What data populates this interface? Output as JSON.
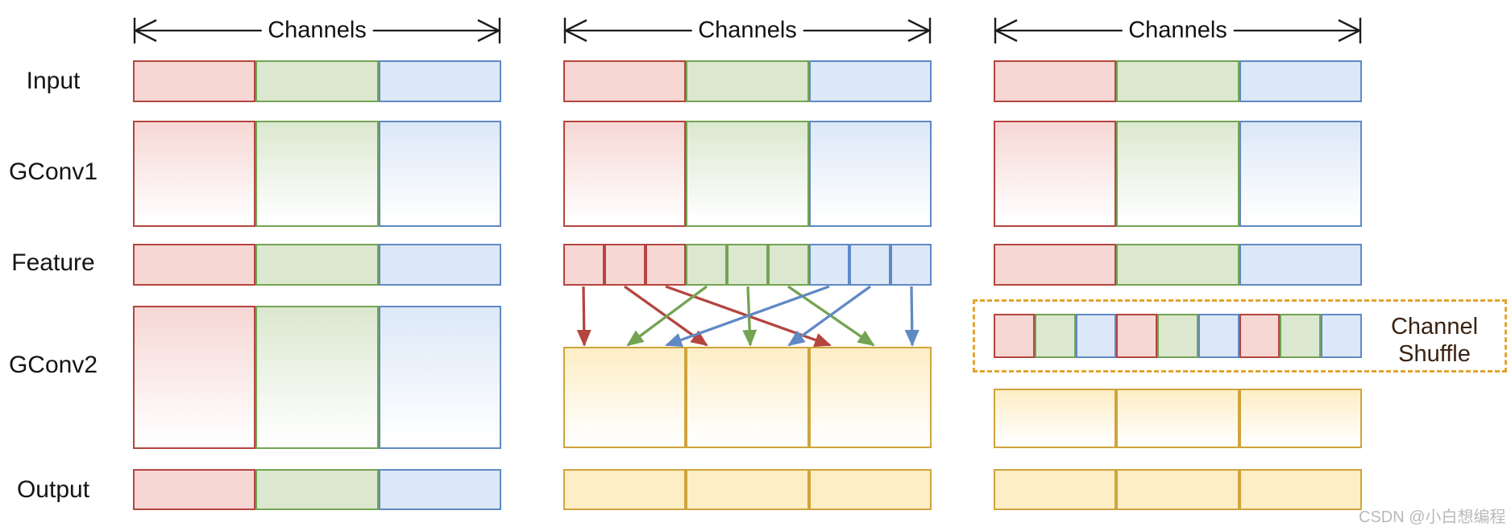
{
  "labels": {
    "input": "Input",
    "gconv1": "GConv1",
    "feature": "Feature",
    "gconv2": "GConv2",
    "output": "Output"
  },
  "channels_label": "Channels",
  "channel_shuffle": {
    "line1": "Channel",
    "line2": "Shuffle"
  },
  "watermark": "CSDN @小白想编程",
  "colors": {
    "red_border": "#b4453f",
    "red_fill": "#f6d7d4",
    "green_border": "#74a353",
    "green_fill": "#dbe8cf",
    "blue_border": "#6089c4",
    "blue_fill": "#dce8f7",
    "yellow_border": "#cfa43c",
    "yellow_fill": "#fdeec6",
    "shuffle_box_border": "#e2a42f",
    "shuffle_text": "#3b2212",
    "arrow_line": "#1c1c1c",
    "label_text": "#141414",
    "watermark_text": "#b9b9b9"
  },
  "panels": [
    {
      "name": "group-conv-no-shuffle",
      "input": [
        "red",
        "green",
        "blue"
      ],
      "gconv1": [
        "red",
        "green",
        "blue"
      ],
      "feature": [
        "red",
        "green",
        "blue"
      ],
      "gconv2": {
        "segments": [
          "red",
          "green",
          "blue"
        ]
      },
      "output": [
        "red",
        "green",
        "blue"
      ]
    },
    {
      "name": "group-conv-crossed-arrows",
      "input": [
        "red",
        "green",
        "blue"
      ],
      "gconv1": [
        "red",
        "green",
        "blue"
      ],
      "feature": [
        "red",
        "red",
        "red",
        "green",
        "green",
        "green",
        "blue",
        "blue",
        "blue"
      ],
      "arrows": [
        {
          "from": 0,
          "to": 0
        },
        {
          "from": 1,
          "to": 1
        },
        {
          "from": 2,
          "to": 2
        },
        {
          "from": 3,
          "to": 0
        },
        {
          "from": 4,
          "to": 1
        },
        {
          "from": 5,
          "to": 2
        },
        {
          "from": 6,
          "to": 0
        },
        {
          "from": 7,
          "to": 1
        },
        {
          "from": 8,
          "to": 2
        }
      ],
      "gconv2": {
        "segments": [
          "yellow",
          "yellow",
          "yellow"
        ]
      },
      "output": [
        "yellow",
        "yellow",
        "yellow"
      ]
    },
    {
      "name": "group-conv-channel-shuffle",
      "input": [
        "red",
        "green",
        "blue"
      ],
      "gconv1": [
        "red",
        "green",
        "blue"
      ],
      "feature": [
        "red",
        "green",
        "blue"
      ],
      "shuffle_bar": [
        "red",
        "green",
        "blue",
        "red",
        "green",
        "blue",
        "red",
        "green",
        "blue"
      ],
      "gconv2": {
        "segments": [
          "yellow",
          "yellow",
          "yellow"
        ]
      },
      "output": [
        "yellow",
        "yellow",
        "yellow"
      ]
    }
  ]
}
